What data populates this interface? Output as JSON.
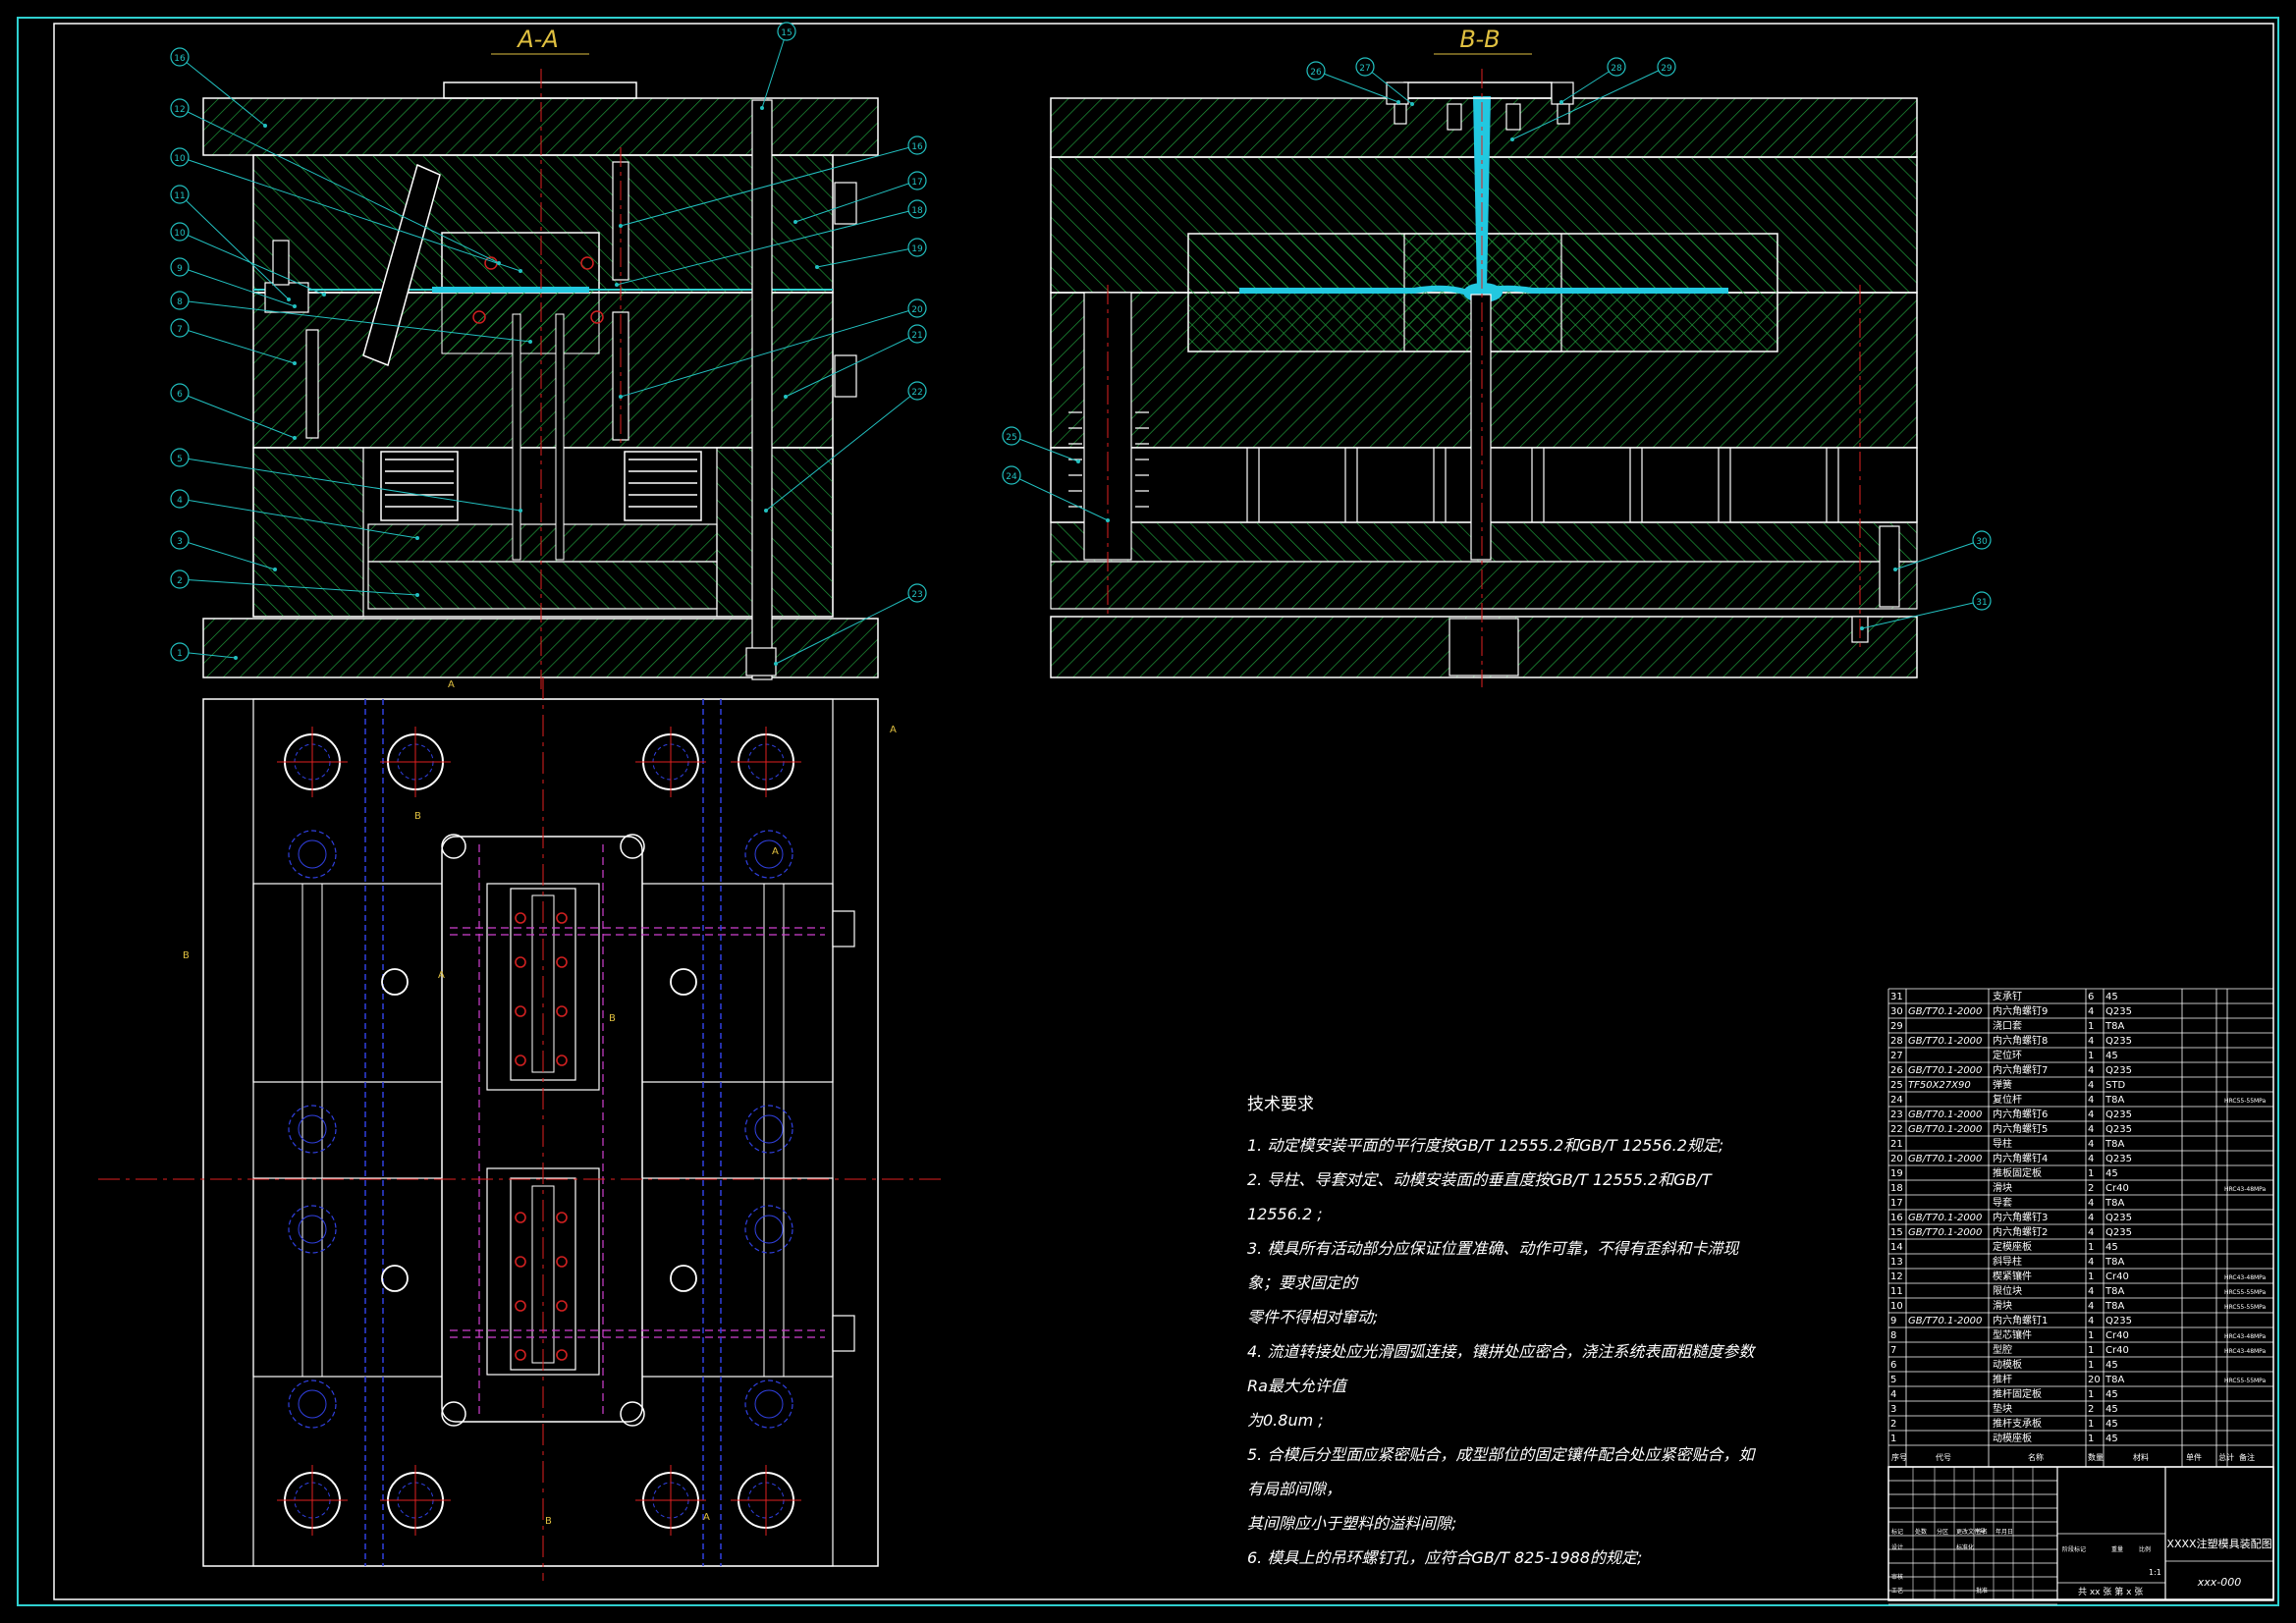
{
  "sections": {
    "a": "A-A",
    "b": "B-B"
  },
  "section_marks": [
    "A",
    "A",
    "B",
    "B",
    "A",
    "B",
    "A",
    "B",
    "A"
  ],
  "balloons_left": [
    "16",
    "12",
    "10",
    "11",
    "10",
    "9",
    "8",
    "7",
    "6",
    "5",
    "4",
    "3",
    "2",
    "1"
  ],
  "balloons_right_a": [
    "15",
    "16",
    "17",
    "18",
    "19",
    "20",
    "21",
    "22",
    "23"
  ],
  "balloons_b_top": [
    "26",
    "27",
    "28",
    "29"
  ],
  "balloons_b_left": [
    "25",
    "24"
  ],
  "balloons_b_right": [
    "30",
    "31"
  ],
  "tech": {
    "title": "技术要求",
    "items": [
      "1. 动定模安装平面的平行度按GB/T 12555.2和GB/T 12556.2规定;",
      "2. 导柱、导套对定、动模安装面的垂直度按GB/T 12555.2和GB/T 12556.2 ;",
      "3. 模具所有活动部分应保证位置准确、动作可靠，不得有歪斜和卡滞现象；要求固定的\n零件不得相对窜动;",
      "4. 流道转接处应光滑圆弧连接，镶拼处应密合，浇注系统表面粗糙度参数Ra最大允许值\n为0.8um ;",
      "5. 合模后分型面应紧密贴合，成型部位的固定镶件配合处应紧密贴合，如有局部间隙，\n其间隙应小于塑料的溢料间隙;",
      "6. 模具上的吊环螺钉孔，应符合GB/T 825-1988的规定;"
    ]
  },
  "bom": [
    [
      "31",
      "",
      "支承钉",
      "6",
      "45",
      ""
    ],
    [
      "30",
      "GB/T70.1-2000",
      "内六角螺钉9",
      "4",
      "Q235",
      ""
    ],
    [
      "29",
      "",
      "浇口套",
      "1",
      "T8A",
      ""
    ],
    [
      "28",
      "GB/T70.1-2000",
      "内六角螺钉8",
      "4",
      "Q235",
      ""
    ],
    [
      "27",
      "",
      "定位环",
      "1",
      "45",
      ""
    ],
    [
      "26",
      "GB/T70.1-2000",
      "内六角螺钉7",
      "4",
      "Q235",
      ""
    ],
    [
      "25",
      "TF50X27X90",
      "弹簧",
      "4",
      "STD",
      ""
    ],
    [
      "24",
      "",
      "复位杆",
      "4",
      "T8A",
      "HRC55-55MPa"
    ],
    [
      "23",
      "GB/T70.1-2000",
      "内六角螺钉6",
      "4",
      "Q235",
      ""
    ],
    [
      "22",
      "GB/T70.1-2000",
      "内六角螺钉5",
      "4",
      "Q235",
      ""
    ],
    [
      "21",
      "",
      "导柱",
      "4",
      "T8A",
      ""
    ],
    [
      "20",
      "GB/T70.1-2000",
      "内六角螺钉4",
      "4",
      "Q235",
      ""
    ],
    [
      "19",
      "",
      "推板固定板",
      "1",
      "45",
      ""
    ],
    [
      "18",
      "",
      "滑块",
      "2",
      "Cr40",
      "HRC43-48MPa"
    ],
    [
      "17",
      "",
      "导套",
      "4",
      "T8A",
      ""
    ],
    [
      "16",
      "GB/T70.1-2000",
      "内六角螺钉3",
      "4",
      "Q235",
      ""
    ],
    [
      "15",
      "GB/T70.1-2000",
      "内六角螺钉2",
      "4",
      "Q235",
      ""
    ],
    [
      "14",
      "",
      "定模座板",
      "1",
      "45",
      ""
    ],
    [
      "13",
      "",
      "斜导柱",
      "4",
      "T8A",
      ""
    ],
    [
      "12",
      "",
      "楔紧镶件",
      "1",
      "Cr40",
      "HRC43-48MPa"
    ],
    [
      "11",
      "",
      "限位块",
      "4",
      "T8A",
      "HRC55-55MPa"
    ],
    [
      "10",
      "",
      "滑块",
      "4",
      "T8A",
      "HRC55-55MPa"
    ],
    [
      "9",
      "GB/T70.1-2000",
      "内六角螺钉1",
      "4",
      "Q235",
      ""
    ],
    [
      "8",
      "",
      "型芯镶件",
      "1",
      "Cr40",
      "HRC43-48MPa"
    ],
    [
      "7",
      "",
      "型腔",
      "1",
      "Cr40",
      "HRC43-48MPa"
    ],
    [
      "6",
      "",
      "动模板",
      "1",
      "45",
      ""
    ],
    [
      "5",
      "",
      "推杆",
      "20",
      "T8A",
      "HRC55-55MPa"
    ],
    [
      "4",
      "",
      "推杆固定板",
      "1",
      "45",
      ""
    ],
    [
      "3",
      "",
      "垫块",
      "2",
      "45",
      ""
    ],
    [
      "2",
      "",
      "推杆支承板",
      "1",
      "45",
      ""
    ],
    [
      "1",
      "",
      "动模座板",
      "1",
      "45",
      ""
    ]
  ],
  "bom_header": [
    "序号",
    "代号",
    "名称",
    "数量",
    "材料",
    "单件",
    "总计",
    "备注"
  ],
  "title_block": {
    "name": "XXXX注塑模具装配图",
    "code": "xxx-000",
    "scale": "1:1",
    "sheets": "共 xx 张  第 x 张",
    "labels": [
      "标记",
      "处数",
      "分区",
      "更改文件号",
      "签名",
      "年月日",
      "设计",
      "标准化",
      "阶段标记",
      "重量",
      "比例",
      "审核",
      "工艺",
      "批准"
    ]
  },
  "colors": {
    "frame": "#2fd0d0",
    "outline": "#ffffff",
    "hatch": "#1f9a3a",
    "centerline": "#e02020",
    "leader": "#22c0c0",
    "hidden": "#d040d0",
    "dashblue": "#3040e0",
    "title": "#e0c040"
  }
}
